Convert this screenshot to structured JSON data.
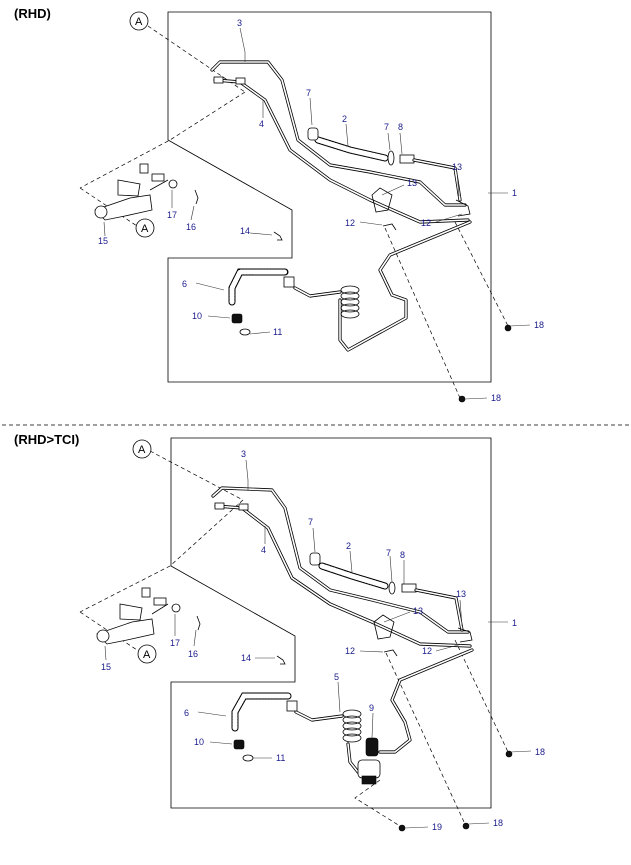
{
  "sections": [
    {
      "title": "(RHD)",
      "ref_marker": "A",
      "labels": {
        "p1": "1",
        "p2": "2",
        "p3": "3",
        "p4": "4",
        "p6": "6",
        "p7a": "7",
        "p7b": "7",
        "p8": "8",
        "p10": "10",
        "p11": "11",
        "p12a": "12",
        "p12b": "12",
        "p13a": "13",
        "p13b": "13",
        "p14": "14",
        "p15": "15",
        "p16": "16",
        "p17": "17",
        "p18a": "18",
        "p18b": "18"
      }
    },
    {
      "title": "(RHD>TCI)",
      "ref_marker": "A",
      "labels": {
        "p1": "1",
        "p2": "2",
        "p3": "3",
        "p4": "4",
        "p5": "5",
        "p6": "6",
        "p7": "7",
        "p8": "8",
        "p9": "9",
        "p10": "10",
        "p11": "11",
        "p12a": "12",
        "p12b": "12",
        "p13a": "13",
        "p13b": "13",
        "p14": "14",
        "p15": "15",
        "p16": "16",
        "p17": "17",
        "p18a": "18",
        "p18b": "18",
        "p19": "19"
      }
    }
  ]
}
